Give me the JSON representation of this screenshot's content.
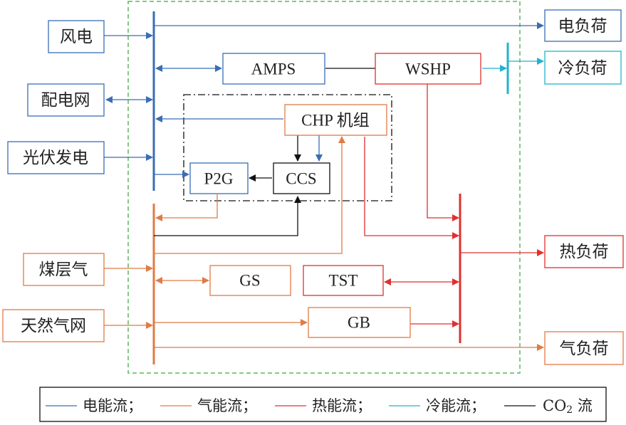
{
  "colors": {
    "electric": "#3a6db4",
    "gas": "#e07b45",
    "heat": "#e03030",
    "cold": "#1fb4d0",
    "co2": "#111111",
    "boundary": "#5cb85c"
  },
  "inputs": {
    "wind": "风电",
    "grid": "配电网",
    "pv": "光伏发电",
    "coalbed_gas": "煤层气",
    "gas_grid": "天然气网"
  },
  "loads": {
    "electric": "电负荷",
    "cold": "冷负荷",
    "heat": "热负荷",
    "gas": "气负荷"
  },
  "units": {
    "amps": "AMPS",
    "wshp": "WSHP",
    "chp": "CHP 机组",
    "p2g": "P2G",
    "ccs": "CCS",
    "gs": "GS",
    "tst": "TST",
    "gb": "GB"
  },
  "legend": {
    "electric": "电能流；",
    "gas": "气能流；",
    "heat": "热能流；",
    "cold": "冷能流；",
    "co2_prefix": "CO",
    "co2_sub": "2",
    "co2_suffix": " 流"
  }
}
